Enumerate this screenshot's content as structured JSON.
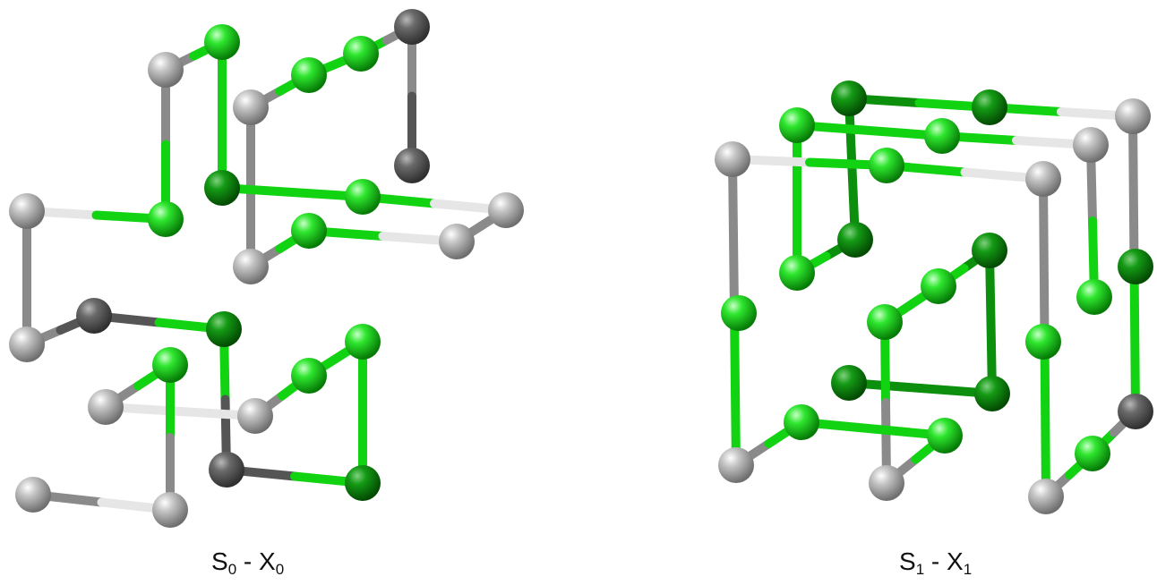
{
  "colors": {
    "green": "#12d312",
    "dark_green": "#0c8f0c",
    "gray": "#8a8a8a",
    "light_gray": "#e6e6e6",
    "dark_gray": "#555555",
    "background": "#ffffff"
  },
  "structures": [
    {
      "id": "left",
      "label": {
        "base1": "S",
        "sub1": "0",
        "sep": " - ",
        "base2": "X",
        "sub2": "0"
      }
    },
    {
      "id": "right",
      "label": {
        "base1": "S",
        "sub1": "1",
        "sep": " - ",
        "base2": "X",
        "sub2": "1"
      }
    }
  ]
}
